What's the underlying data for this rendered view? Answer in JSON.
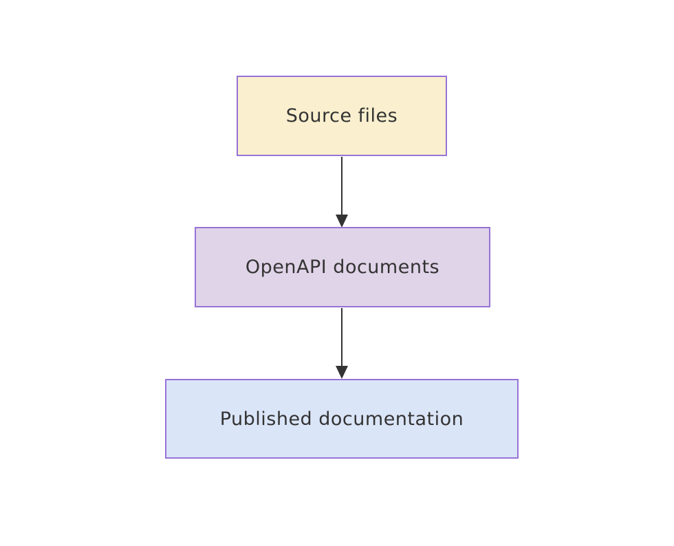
{
  "diagram": {
    "background_color": "#ffffff",
    "arrow_color": "#333333",
    "nodes": [
      {
        "id": "source",
        "label": "Source files",
        "fill": "#faf0cf",
        "border": "#9673d6",
        "text_color": "#333333"
      },
      {
        "id": "openapi",
        "label": "OpenAPI documents",
        "fill": "#e0d4e8",
        "border": "#9673d6",
        "text_color": "#333333"
      },
      {
        "id": "published",
        "label": "Published documentation",
        "fill": "#dbe5f8",
        "border": "#9673d6",
        "text_color": "#333333"
      }
    ],
    "edges": [
      {
        "from": "source",
        "to": "openapi"
      },
      {
        "from": "openapi",
        "to": "published"
      }
    ]
  }
}
